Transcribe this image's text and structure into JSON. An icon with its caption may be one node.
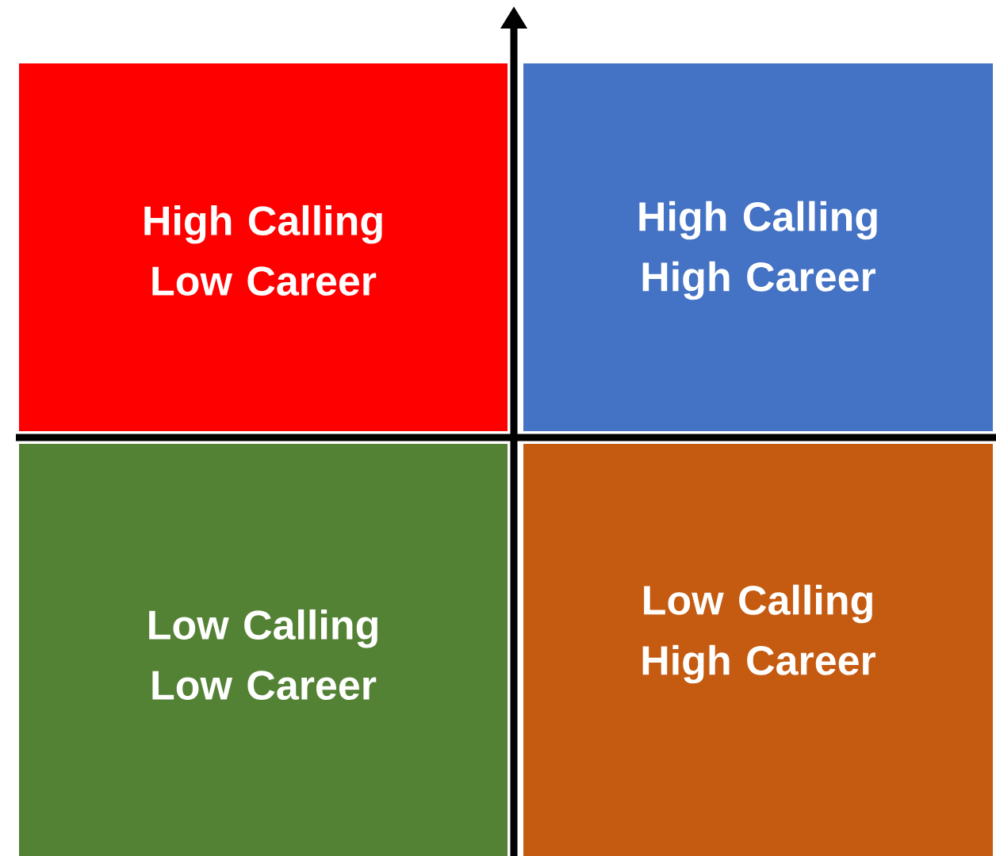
{
  "diagram": {
    "nodes": [
      {
        "text": [
          "High Calling Low Career"
        ]
      },
      {
        "text": [
          "High Calling High Career"
        ]
      },
      {
        "text": [
          "Low Calling Low Career"
        ]
      },
      {
        "text": [
          "Low Calling High Career"
        ]
      }
    ]
  }
}
